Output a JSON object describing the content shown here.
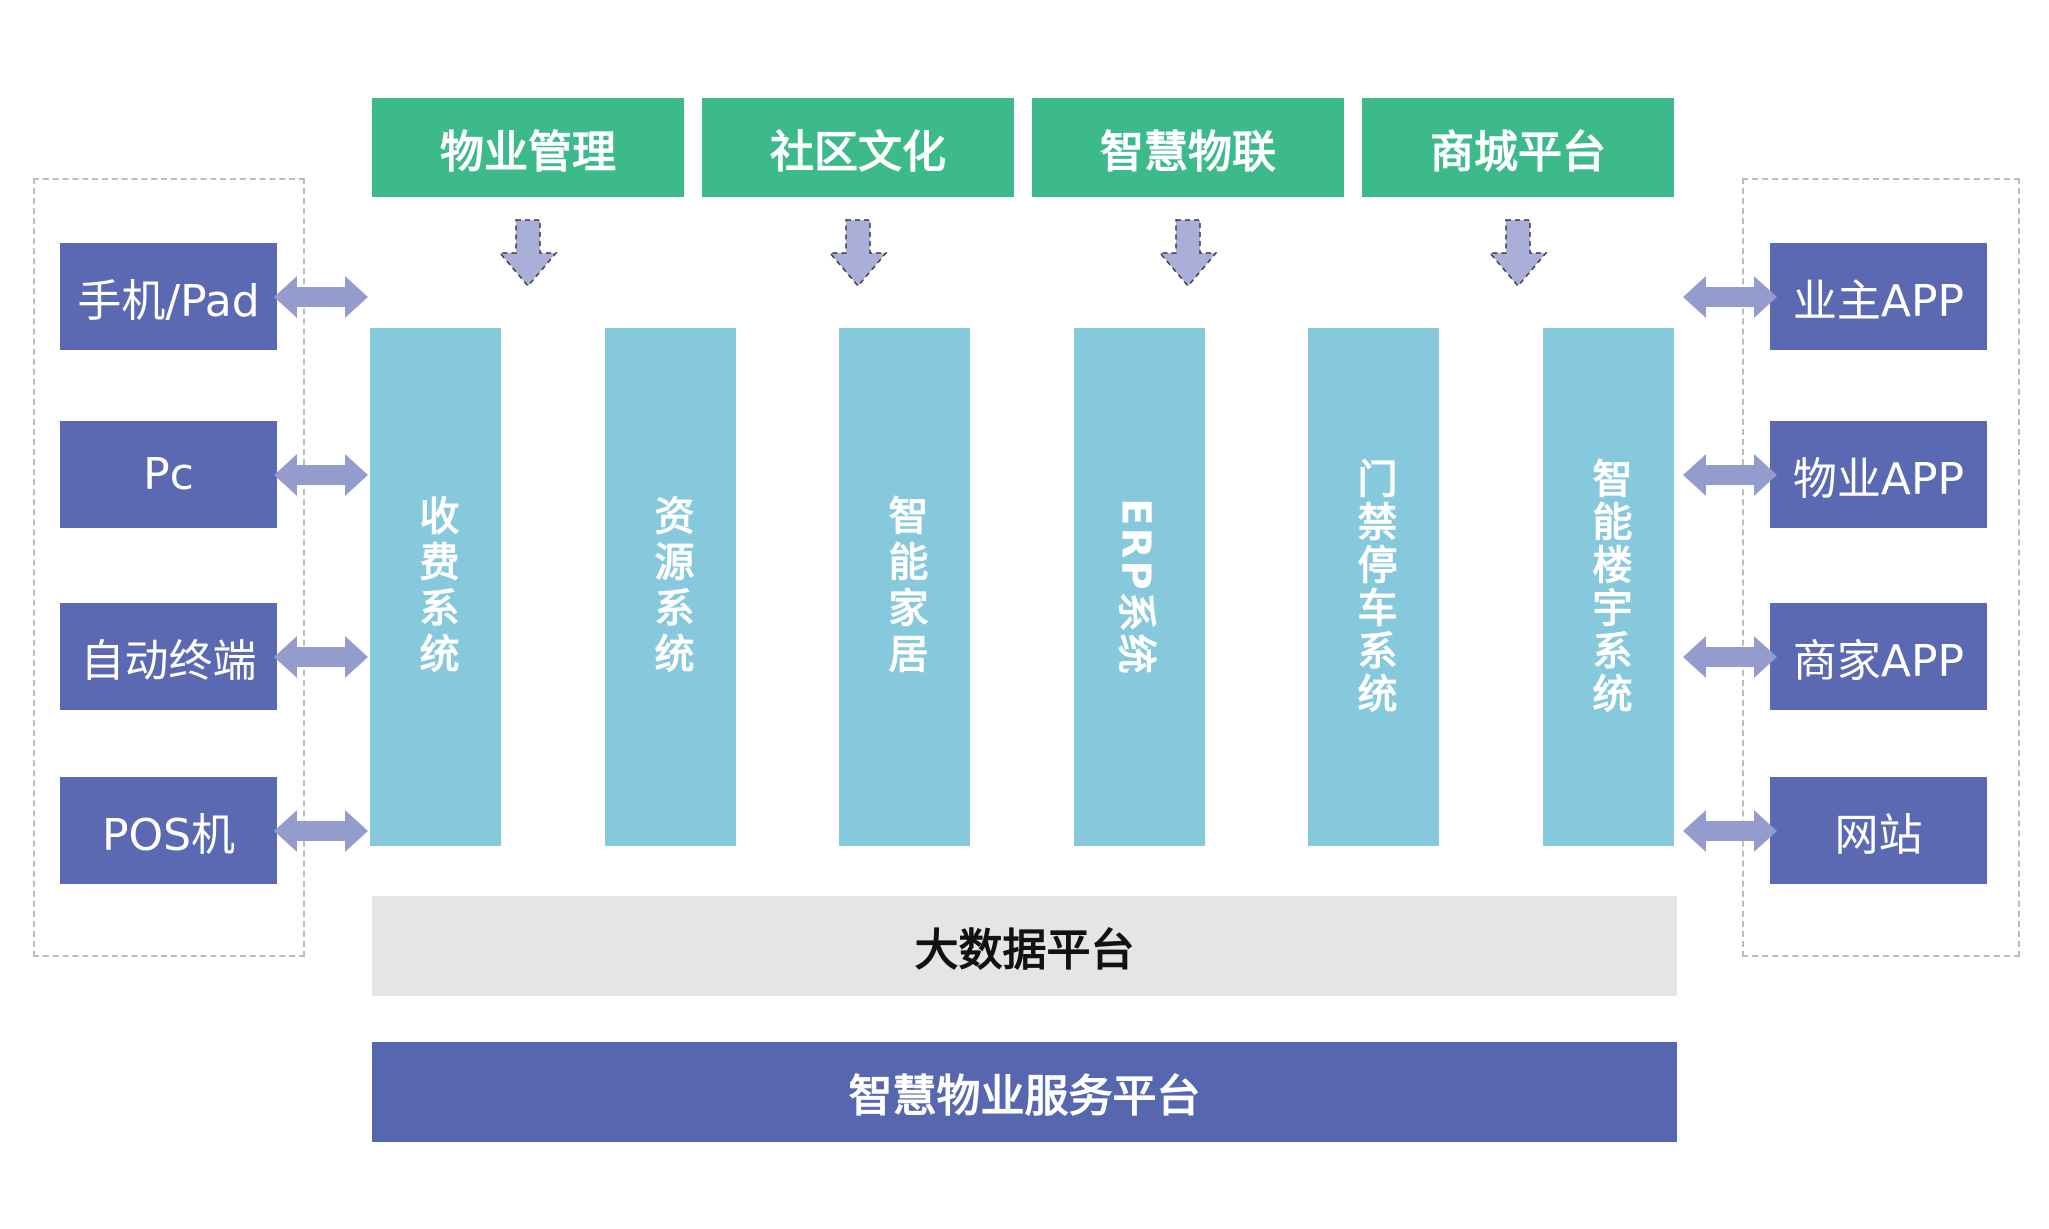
{
  "top_modules": [
    {
      "label": "物业管理"
    },
    {
      "label": "社区文化"
    },
    {
      "label": "智慧物联"
    },
    {
      "label": "商城平台"
    }
  ],
  "systems": [
    {
      "label": "收费系统"
    },
    {
      "label": "资源系统"
    },
    {
      "label": "智能家居"
    },
    {
      "label": "ERP系统"
    },
    {
      "label": "门禁停车系统"
    },
    {
      "label": "智能楼宇系统"
    }
  ],
  "left_devices": [
    {
      "label": "手机/Pad"
    },
    {
      "label": "Pc"
    },
    {
      "label": "自动终端"
    },
    {
      "label": "POS机"
    }
  ],
  "right_apps": [
    {
      "label": "业主APP"
    },
    {
      "label": "物业APP"
    },
    {
      "label": "商家APP"
    },
    {
      "label": "网站"
    }
  ],
  "platforms": {
    "big_data": "大数据平台",
    "service": "智慧物业服务平台"
  },
  "colors": {
    "module_green": "#3DBA8C",
    "system_teal": "#87C9DC",
    "device_purple": "#5A69B2",
    "platform_purple": "#5767AF",
    "big_data_gray": "#E5E5E7",
    "arrow_purple": "#939CCC",
    "arrow_lavender": "#A9AFD9",
    "dash_gray": "#BCBCBC"
  }
}
